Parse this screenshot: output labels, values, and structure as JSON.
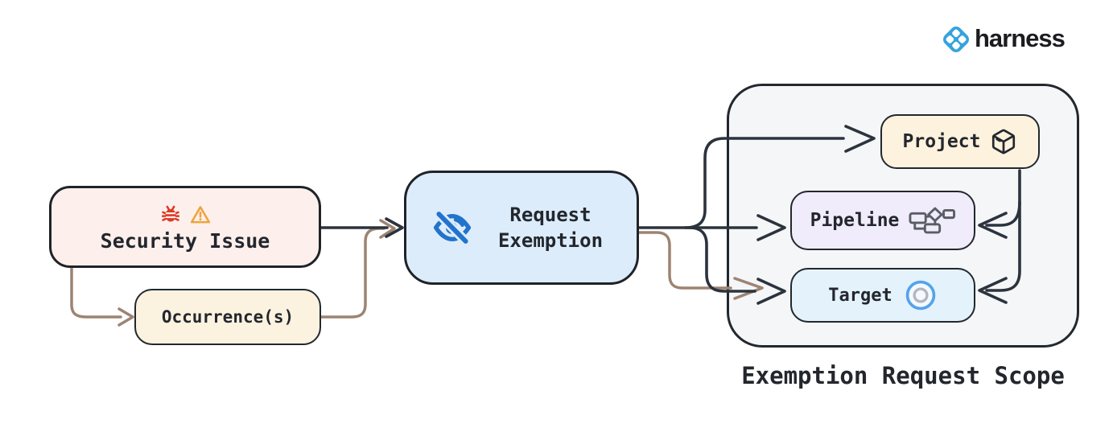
{
  "header": {
    "brand": "harness"
  },
  "diagram": {
    "nodes": [
      {
        "id": "security-issue",
        "label": "Security Issue",
        "icons": [
          "bug-icon",
          "warning-icon"
        ],
        "fill": "#fdf0ec"
      },
      {
        "id": "occurrences",
        "label": "Occurrence(s)",
        "fill": "#fbf2e0"
      },
      {
        "id": "request-exemption",
        "label": "Request Exemption",
        "icon": "eye-off-icon",
        "fill": "#dcecfb"
      },
      {
        "id": "project",
        "label": "Project",
        "icon": "package-icon",
        "fill": "#fdf2de"
      },
      {
        "id": "pipeline",
        "label": "Pipeline",
        "icon": "pipeline-graph-icon",
        "fill": "#f0ecfb"
      },
      {
        "id": "target",
        "label": "Target",
        "icon": "target-icon",
        "fill": "#e4f2fc"
      }
    ],
    "container": {
      "id": "exemption-request-scope",
      "label": "Exemption Request Scope",
      "fill": "#f4f6f8"
    },
    "edges": [
      {
        "from": "security-issue",
        "to": "request-exemption",
        "color": "dark"
      },
      {
        "from": "security-issue",
        "to": "occurrences",
        "color": "brown"
      },
      {
        "from": "occurrences",
        "to": "request-exemption",
        "color": "brown"
      },
      {
        "from": "request-exemption",
        "to": "project",
        "color": "dark"
      },
      {
        "from": "request-exemption",
        "to": "pipeline",
        "color": "dark"
      },
      {
        "from": "request-exemption",
        "to": "target",
        "color": "dark"
      },
      {
        "from": "request-exemption",
        "to": "target",
        "color": "brown"
      },
      {
        "from": "project",
        "to": "pipeline",
        "color": "dark"
      },
      {
        "from": "project",
        "to": "target",
        "color": "dark"
      }
    ],
    "colors": {
      "edge_dark": "#2b333d",
      "edge_brown": "#9d8472",
      "node_border": "#23282e",
      "bug_icon": "#dd3a26",
      "warning_icon": "#eda43c",
      "eye_icon": "#2273cc",
      "target_icon_outer": "#55a3ea",
      "target_icon_inner": "#b3b7bd",
      "pipeline_icon": "#5a5e64",
      "brand_blue": "#35a3dc"
    }
  }
}
